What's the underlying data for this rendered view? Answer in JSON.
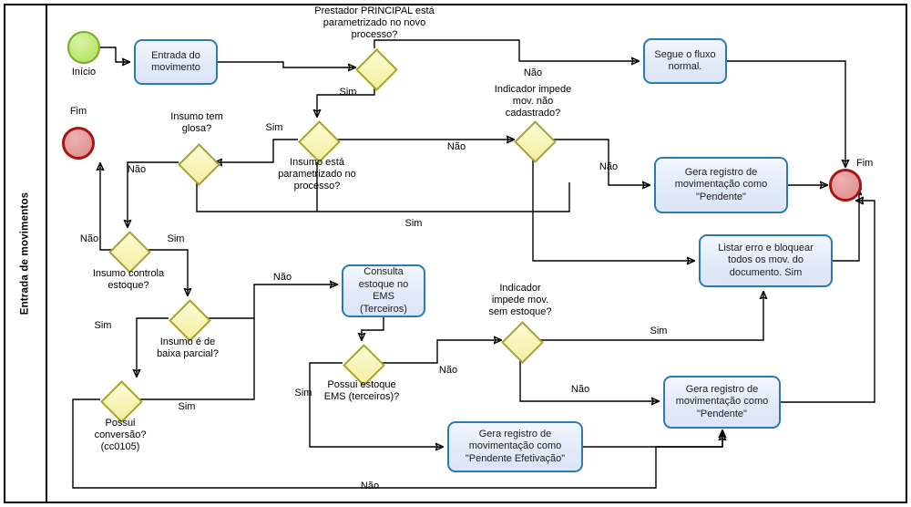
{
  "diagram": {
    "type": "bpmn-flowchart",
    "pool_label": "Entrada de movimentos",
    "colors": {
      "task_fill": "#e2eaf9",
      "task_stroke": "#2b7bb0",
      "gateway_fill": "#f7f4b6",
      "gateway_stroke": "#a4a52a",
      "start_fill": "#bfe87a",
      "start_stroke": "#7aa822",
      "end_fill": "#e29b9b",
      "end_stroke": "#a81414",
      "edge": "#000000",
      "frame": "#000000"
    }
  },
  "events": [
    {
      "id": "start",
      "kind": "start",
      "label": "Início"
    },
    {
      "id": "end_left",
      "kind": "end",
      "label": "Fim"
    },
    {
      "id": "end_right",
      "kind": "end",
      "label": "Fim"
    }
  ],
  "tasks": [
    {
      "id": "t_entrada",
      "label": "Entrada do movimento"
    },
    {
      "id": "t_segue",
      "label": "Segue o fluxo normal."
    },
    {
      "id": "t_pend1",
      "label": "Gera registro de movimentação como \"Pendente\""
    },
    {
      "id": "t_listar",
      "label": "Listar erro e bloquear todos os mov. do documento.  Sim"
    },
    {
      "id": "t_consulta",
      "label": "Consulta estoque no EMS (Terceiros)"
    },
    {
      "id": "t_pend2",
      "label": "Gera registro de movimentação como \"Pendente\""
    },
    {
      "id": "t_pend_efet",
      "label": "Gera registro de movimentação como \"Pendente Efetivação\""
    }
  ],
  "gateways": [
    {
      "id": "g_prestador",
      "label": "Prestador PRINCIPAL está parametrizado no novo processo?"
    },
    {
      "id": "g_insumo_param",
      "label": "Insumo está parametrizado no processo?"
    },
    {
      "id": "g_glosa",
      "label": "Insumo tem glosa?"
    },
    {
      "id": "g_ind_nao_cad",
      "label": "Indicador impede mov. não cadastrado?"
    },
    {
      "id": "g_controla_estoque",
      "label": "Insumo controla estoque?"
    },
    {
      "id": "g_baixa_parcial",
      "label": "Insumo é de baixa parcial?"
    },
    {
      "id": "g_conversao",
      "label": "Possui conversão? (cc0105)"
    },
    {
      "id": "g_possui_estoque",
      "label": "Possui estoque EMS (terceiros)?"
    },
    {
      "id": "g_ind_sem_estoque",
      "label": "Indicador impede mov. sem estoque?"
    }
  ],
  "flow_labels": {
    "prestador_sim": "Sim",
    "prestador_nao": "Não",
    "insumo_param_sim_up": "Sim",
    "insumo_param_nao": "Não",
    "insumo_param_sim_down": "Sim",
    "glosa_nao": "Não",
    "ind_nao_cad_nao": "Não",
    "controla_nao": "Não",
    "controla_sim": "Sim",
    "baixa_sim": "Sim",
    "baixa_nao": "Não",
    "conversao_sim": "Sim",
    "conversao_nao": "Não",
    "estoque_sim": "Sim",
    "estoque_nao": "Não",
    "sem_estoque_sim": "Sim",
    "sem_estoque_nao": "Não"
  },
  "node_labels": {
    "inicio": "Início",
    "fim_left": "Fim",
    "fim_right": "Fim",
    "g_prestador_l1": "Prestador PRINCIPAL está",
    "g_prestador_l2": "parametrizado no novo",
    "g_prestador_l3": "processo?",
    "g_insumo_param_l1": "Insumo está",
    "g_insumo_param_l2": "parametrizado no",
    "g_insumo_param_l3": "processo?",
    "g_glosa_l1": "Insumo tem",
    "g_glosa_l2": "glosa?",
    "g_ind_nao_cad_l1": "Indicador impede",
    "g_ind_nao_cad_l2": "mov. não",
    "g_ind_nao_cad_l3": "cadastrado?",
    "g_controla_l1": "Insumo controla",
    "g_controla_l2": "estoque?",
    "g_baixa_l1": "Insumo é de",
    "g_baixa_l2": "baixa parcial?",
    "g_conversao_l1": "Possui",
    "g_conversao_l2": "conversão?",
    "g_conversao_l3": "(cc0105)",
    "g_possui_estoque_l1": "Possui estoque",
    "g_possui_estoque_l2": "EMS (terceiros)?",
    "g_sem_estoque_l1": "Indicador",
    "g_sem_estoque_l2": "impede mov.",
    "g_sem_estoque_l3": "sem estoque?",
    "t_entrada_l1": "Entrada do",
    "t_entrada_l2": "movimento",
    "t_segue_l1": "Segue o fluxo",
    "t_segue_l2": "normal.",
    "t_pend1_l1": "Gera registro de",
    "t_pend1_l2": "movimentação como",
    "t_pend1_l3": "\"Pendente\"",
    "t_listar_l1": "Listar erro e bloquear",
    "t_listar_l2": "todos os mov. do",
    "t_listar_l3": "documento.  Sim",
    "t_consulta_l1": "Consulta",
    "t_consulta_l2": "estoque no EMS",
    "t_consulta_l3": "(Terceiros)",
    "t_pend2_l1": "Gera registro de",
    "t_pend2_l2": "movimentação como",
    "t_pend2_l3": "\"Pendente\"",
    "t_pend_efet_l1": "Gera registro de",
    "t_pend_efet_l2": "movimentação como",
    "t_pend_efet_l3": "\"Pendente Efetivação\""
  }
}
